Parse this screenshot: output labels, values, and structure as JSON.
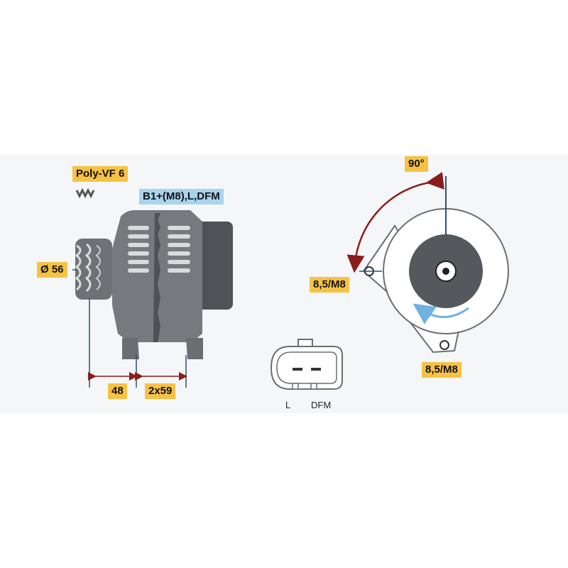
{
  "labels": {
    "belt": "Poly-VF 6",
    "terminals": "B1+(M8),L,DFM",
    "pulley_diameter": "Ø 56",
    "dim_48": "48",
    "dim_2x59": "2x59",
    "angle": "90°",
    "mount_left": "8,5/M8",
    "mount_bottom": "8,5/M8",
    "connector_l": "L",
    "connector_dfm": "DFM"
  },
  "colors": {
    "label_yellow": "#f6c244",
    "label_blue": "#a9d4ee",
    "body_dark": "#5c5f63",
    "body_mid": "#7b7e82",
    "arc_red": "#8b1c1c",
    "dim_blue": "#2d4f7c",
    "arrow_lightblue": "#6fb2e0"
  }
}
